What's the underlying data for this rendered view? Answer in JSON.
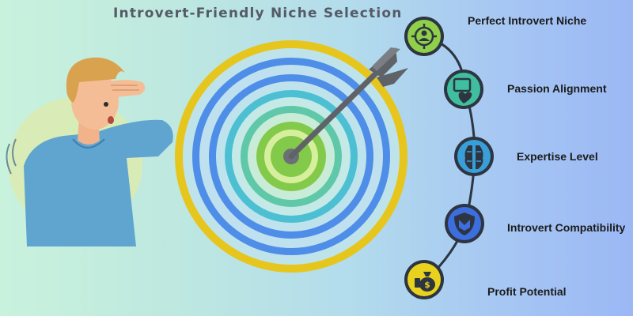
{
  "title": "Introvert-Friendly Niche Selection",
  "colors": {
    "background_left": "#c9f2dd",
    "background_right": "#9bb8f5",
    "ring_yellow": "#e6c61d",
    "ring_blue": "#4f8ee8",
    "ring_teal": "#4cbfd3",
    "ring_green": "#83c94a",
    "bullseye_center": "#6b7076",
    "arrow": "#5f6368",
    "connector": "#2d3540"
  },
  "steps": [
    {
      "label": "Perfect Introvert Niche",
      "icon": "target-person-icon",
      "color": "#8fcf4a"
    },
    {
      "label": "Passion Alignment",
      "icon": "heart-hand-icon",
      "color": "#3fbfa0"
    },
    {
      "label": "Expertise Level",
      "icon": "brain-icon",
      "color": "#3a9fd8"
    },
    {
      "label": "Introvert Compatibility",
      "icon": "shield-badge-icon",
      "color": "#3c6ee0"
    },
    {
      "label": "Profit Potential",
      "icon": "money-bag-icon",
      "color": "#e8d21e"
    }
  ]
}
